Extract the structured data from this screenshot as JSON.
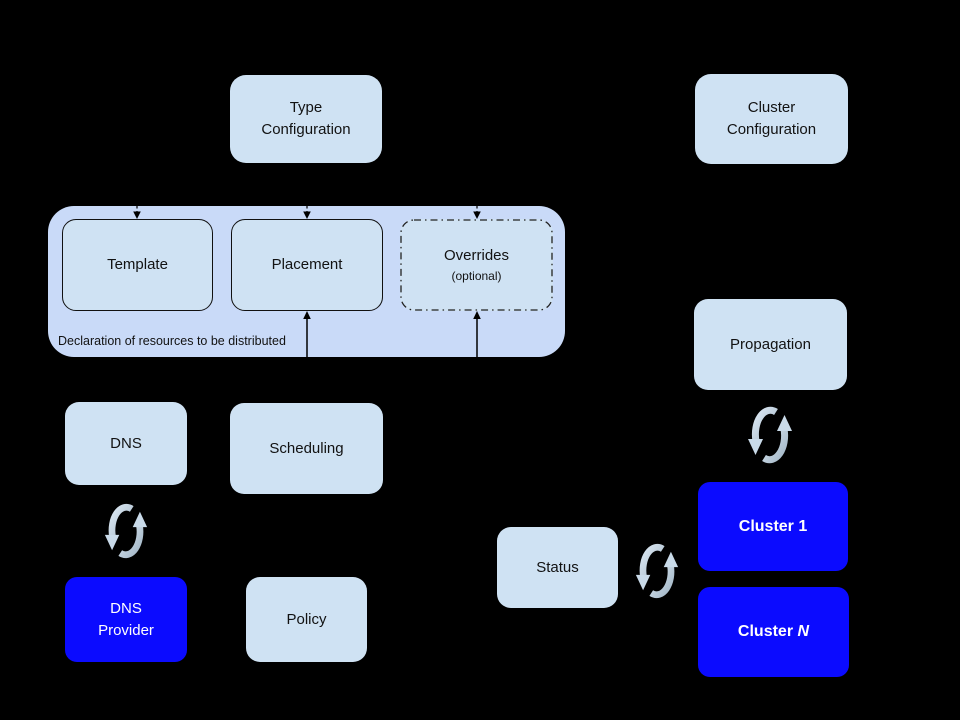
{
  "colors": {
    "bg": "#000000",
    "light_box": "#cfe2f3",
    "group_box": "#c9daf8",
    "cluster_blue": "#0b0bff",
    "text_dark": "#121212",
    "text_light": "#ffffff",
    "sync_icon_light": "#dce8f3",
    "sync_icon_dark": "#a2b6c6",
    "connector": "#000000"
  },
  "nodes": {
    "type_config": {
      "label": "Type\nConfiguration"
    },
    "cluster_config": {
      "label": "Cluster\nConfiguration"
    },
    "template": {
      "label": "Template"
    },
    "placement": {
      "label": "Placement"
    },
    "overrides": {
      "label": "Overrides",
      "sublabel": "(optional)"
    },
    "dns": {
      "label": "DNS"
    },
    "scheduling": {
      "label": "Scheduling"
    },
    "dns_provider": {
      "label": "DNS\nProvider"
    },
    "policy": {
      "label": "Policy"
    },
    "propagation": {
      "label": "Propagation"
    },
    "status": {
      "label": "Status"
    },
    "cluster_1": {
      "label": "Cluster 1"
    },
    "cluster_n": {
      "prefix": "Cluster ",
      "suffix": "N"
    }
  },
  "group": {
    "caption": "Declaration of resources to be distributed"
  },
  "icons": {
    "sync": "sync-icon"
  }
}
